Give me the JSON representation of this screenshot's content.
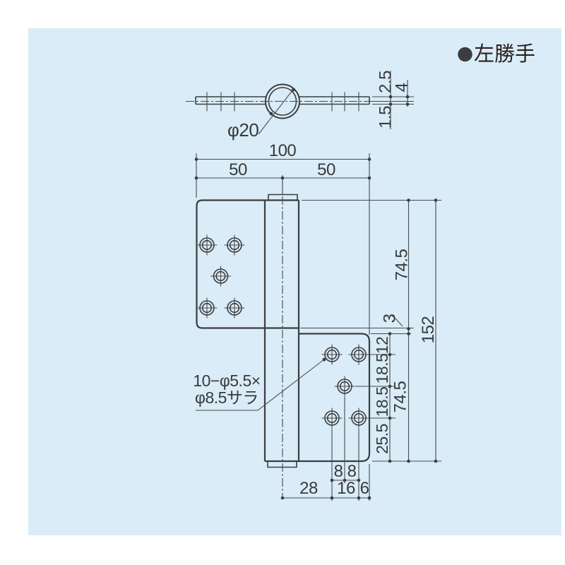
{
  "colors": {
    "panel_bg": "#d9ecf8",
    "line": "#3d3d3d",
    "text": "#3a3a3a",
    "header_text": "#2b211e"
  },
  "header": {
    "handing_label": "左勝手"
  },
  "top_view": {
    "pin_diameter": "φ20",
    "thickness_above_center": "2.5",
    "thickness_total": "4",
    "thickness_below_center": "1.5"
  },
  "front_view": {
    "overall_width": "100",
    "left_leaf_width": "50",
    "right_leaf_width": "50",
    "upper_leaf_height": "74.5",
    "leaf_gap": "3",
    "overall_height": "152",
    "hole_offset_top": "12",
    "hole_pitch_upper": "18.5",
    "hole_pitch_lower": "18.5",
    "hole_offset_bottom": "25.5",
    "lower_leaf_height": "74.5",
    "hole_spacing_left": "8",
    "hole_spacing_right": "8",
    "center_to_hole_column": "28",
    "hole_column_span": "16",
    "hole_edge_offset": "6",
    "hole_note_line1": "10−φ5.5×",
    "hole_note_line2": "φ8.5サラ"
  }
}
